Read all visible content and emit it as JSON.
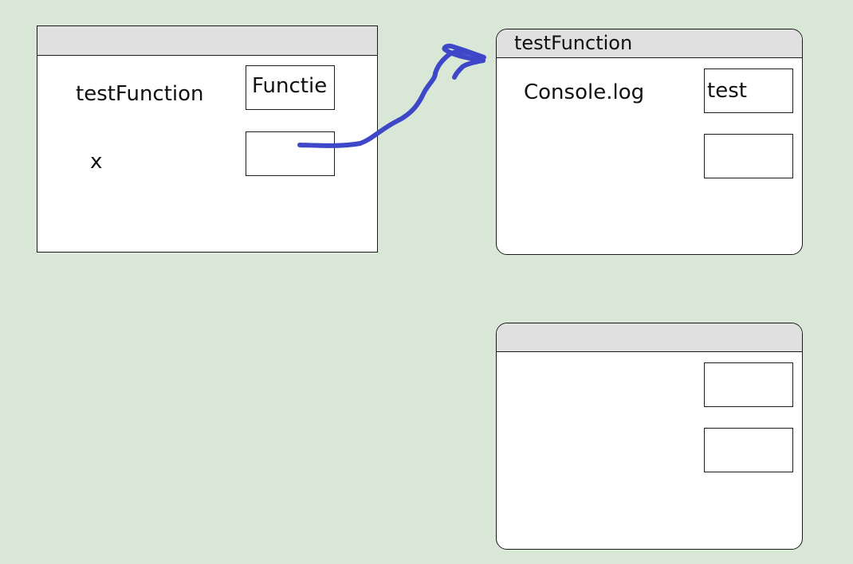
{
  "frames": {
    "global": {
      "title": "",
      "rows": [
        {
          "name": "testFunction",
          "value": "Functie"
        },
        {
          "name": "x",
          "value": ""
        }
      ]
    },
    "test_function": {
      "title": "testFunction",
      "rows": [
        {
          "name": "Console.log",
          "value": "test"
        },
        {
          "name": "",
          "value": ""
        }
      ]
    },
    "empty": {
      "title": "",
      "rows": [
        {
          "name": "",
          "value": ""
        },
        {
          "name": "",
          "value": ""
        }
      ]
    }
  },
  "arrow": {
    "from": "x",
    "to": "testFunction",
    "color": "#3f47c9"
  }
}
